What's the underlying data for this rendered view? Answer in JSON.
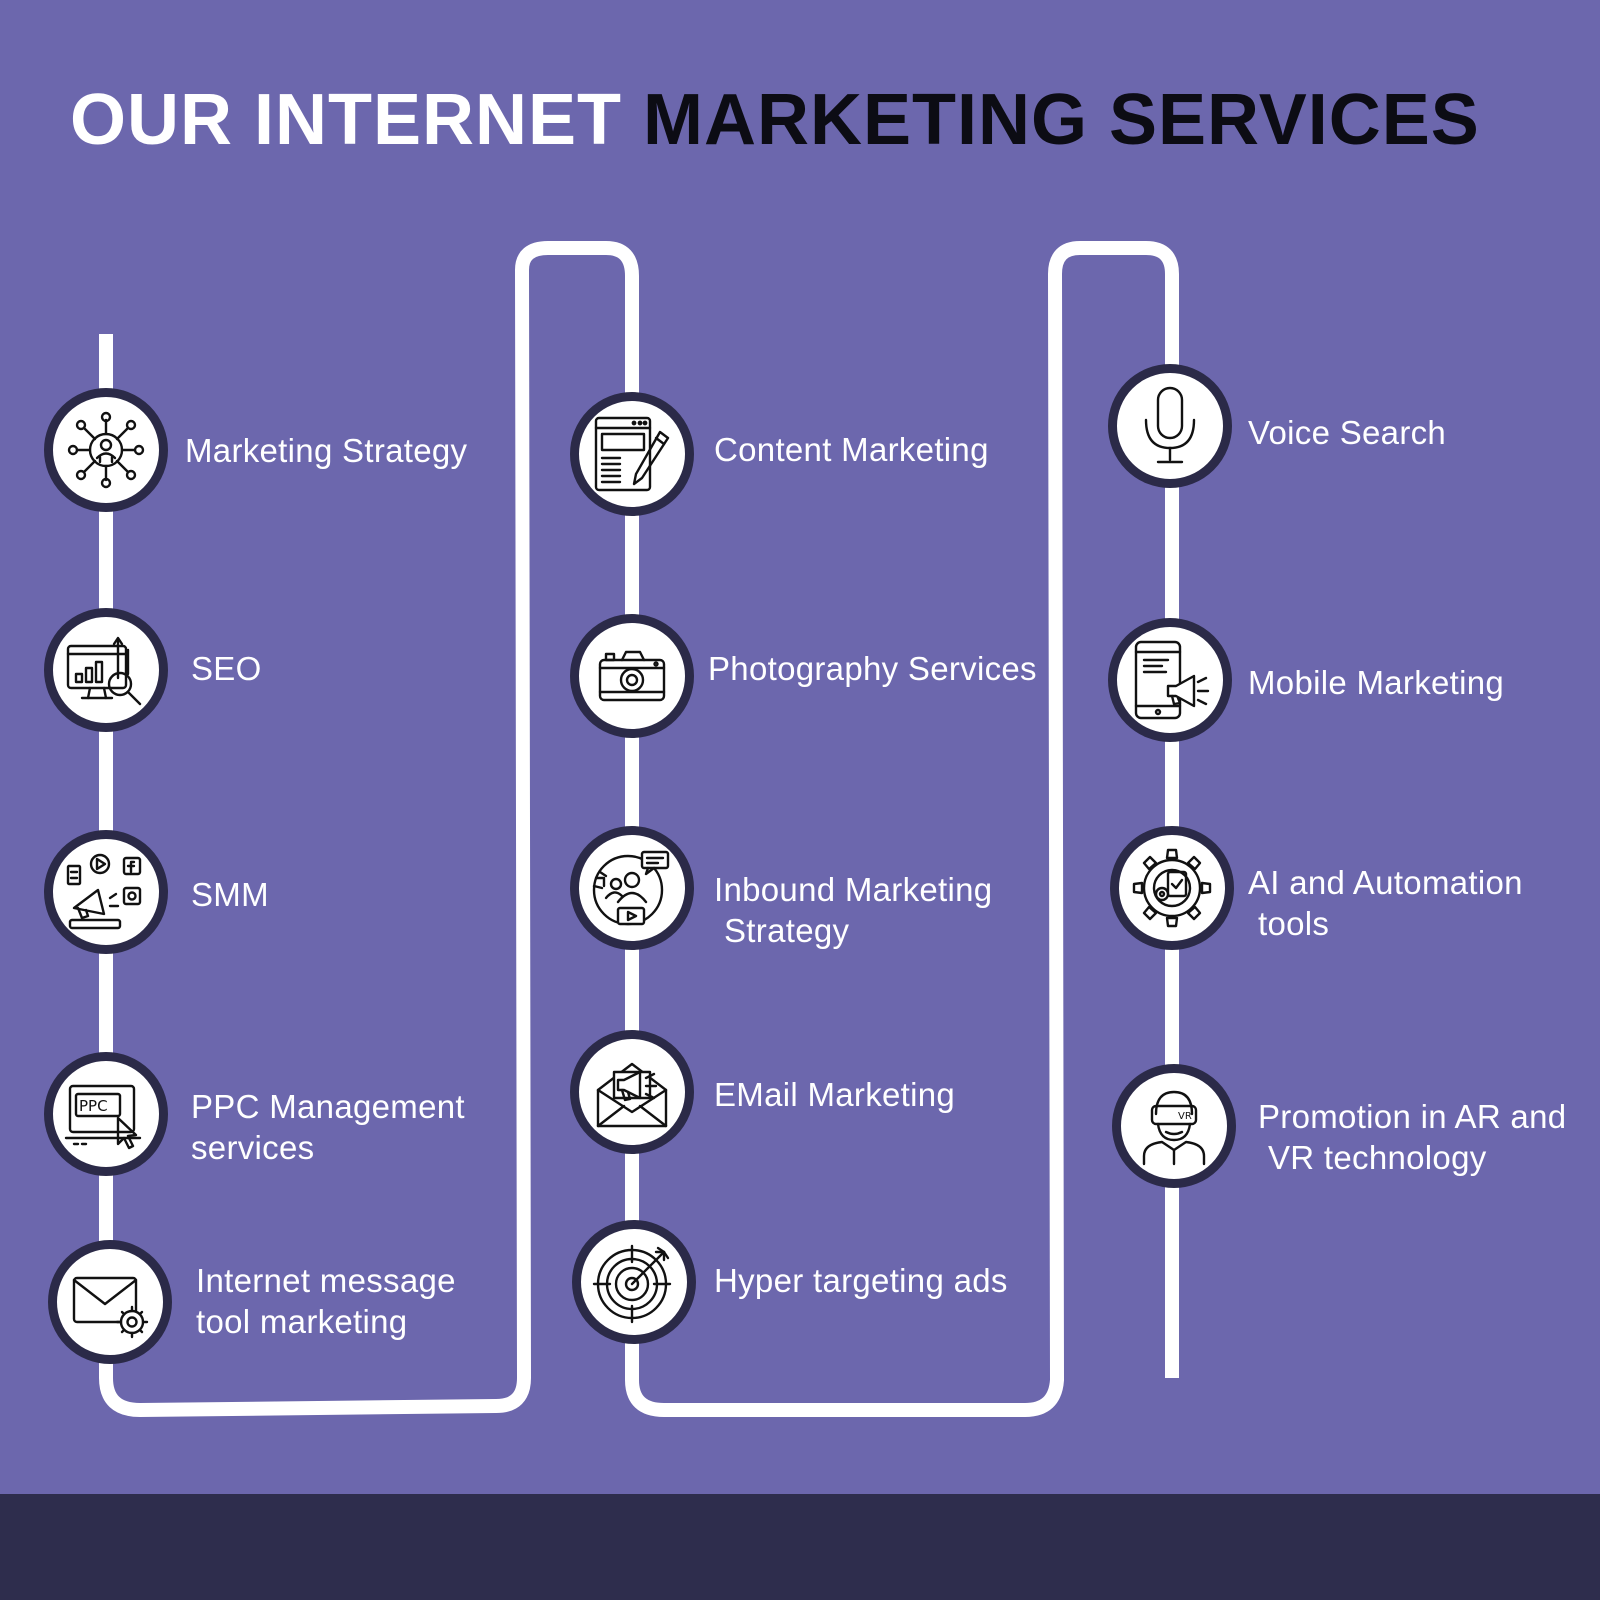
{
  "title": {
    "part_light": "OUR INTERNET",
    "part_dark": "MARKETING SERVICES"
  },
  "colors": {
    "background": "#6c67ad",
    "footer": "#2e2d4d",
    "path": "#ffffff",
    "node_ring": "#2b2a48",
    "title_dark": "#0c0c14"
  },
  "columns": [
    {
      "items": [
        {
          "icon": "network-user-icon",
          "lines": [
            "Marketing Strategy"
          ]
        },
        {
          "icon": "seo-analytics-icon",
          "lines": [
            "SEO"
          ]
        },
        {
          "icon": "social-media-icon",
          "lines": [
            "SMM"
          ]
        },
        {
          "icon": "ppc-click-icon",
          "lines": [
            "PPC Management",
            "services"
          ]
        },
        {
          "icon": "email-gear-icon",
          "lines": [
            "Internet message",
            "tool marketing"
          ]
        }
      ]
    },
    {
      "items": [
        {
          "icon": "content-writing-icon",
          "lines": [
            "Content Marketing"
          ]
        },
        {
          "icon": "camera-icon",
          "lines": [
            "Photography Services"
          ]
        },
        {
          "icon": "inbound-audience-icon",
          "lines": [
            "Inbound Marketing",
            "Strategy"
          ]
        },
        {
          "icon": "email-megaphone-icon",
          "lines": [
            "EMail Marketing"
          ]
        },
        {
          "icon": "target-icon",
          "lines": [
            "Hyper targeting ads"
          ]
        }
      ]
    },
    {
      "items": [
        {
          "icon": "microphone-icon",
          "lines": [
            "Voice Search"
          ]
        },
        {
          "icon": "mobile-megaphone-icon",
          "lines": [
            "Mobile Marketing"
          ]
        },
        {
          "icon": "gear-automation-icon",
          "lines": [
            "AI and Automation",
            "tools"
          ]
        },
        {
          "icon": "vr-headset-icon",
          "lines": [
            "Promotion in AR and",
            "VR technology"
          ]
        }
      ]
    }
  ]
}
